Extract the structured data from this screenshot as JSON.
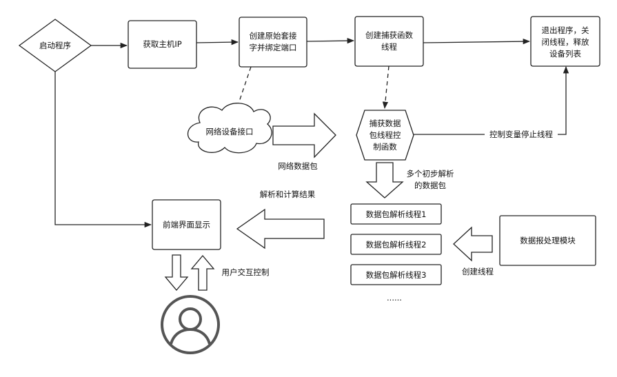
{
  "nodes": {
    "start": "启动程序",
    "get_ip": "获取主机IP",
    "raw_socket": [
      "创建原始套接",
      "字并绑定端口"
    ],
    "capture_thread": [
      "创建捕获函数",
      "线程"
    ],
    "exit": [
      "退出程序，关",
      "闭线程，释放",
      "设备列表"
    ],
    "net_interface": "网络设备接口",
    "capture_control": [
      "捕获数据",
      "包线程控",
      "制函数"
    ],
    "frontend": "前端界面显示",
    "parse_threads": [
      "数据包解析线程1",
      "数据包解析线程2",
      "数据包解析线程3"
    ],
    "ellipsis": "......",
    "processing_module": "数据报处理模块"
  },
  "edge_labels": {
    "control_stop": "控制变量停止线程",
    "network_packets": "网络数据包",
    "multiple_parsed": [
      "多个初步解析",
      "的数据包"
    ],
    "parse_results": "解析和计算结果",
    "create_threads": "创建线程",
    "user_interaction": "用户交互控制"
  }
}
